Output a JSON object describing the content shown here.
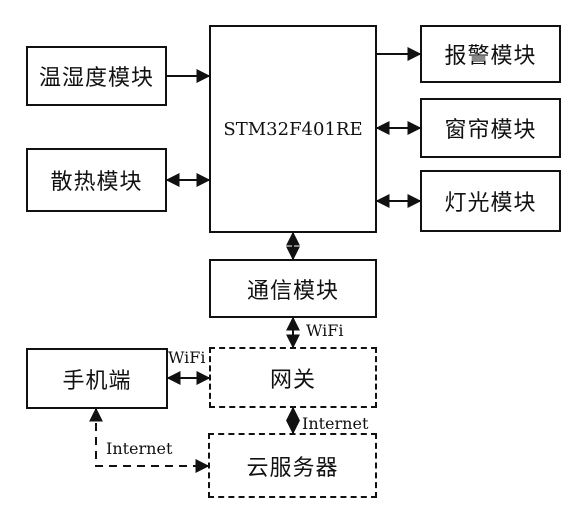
{
  "blocks": {
    "temp_humidity": "温湿度模块",
    "cooling": "散热模块",
    "mcu": "STM32F401RE",
    "alarm": "报警模块",
    "curtain": "窗帘模块",
    "light": "灯光模块",
    "comm": "通信模块",
    "gateway": "网关",
    "phone": "手机端",
    "cloud": "云服务器"
  },
  "links": {
    "comm_gateway": "WiFi",
    "phone_gateway": "WiFi",
    "gateway_cloud": "Internet",
    "phone_cloud": "Internet"
  },
  "colors": {
    "line": "#111111",
    "background": "#ffffff"
  }
}
